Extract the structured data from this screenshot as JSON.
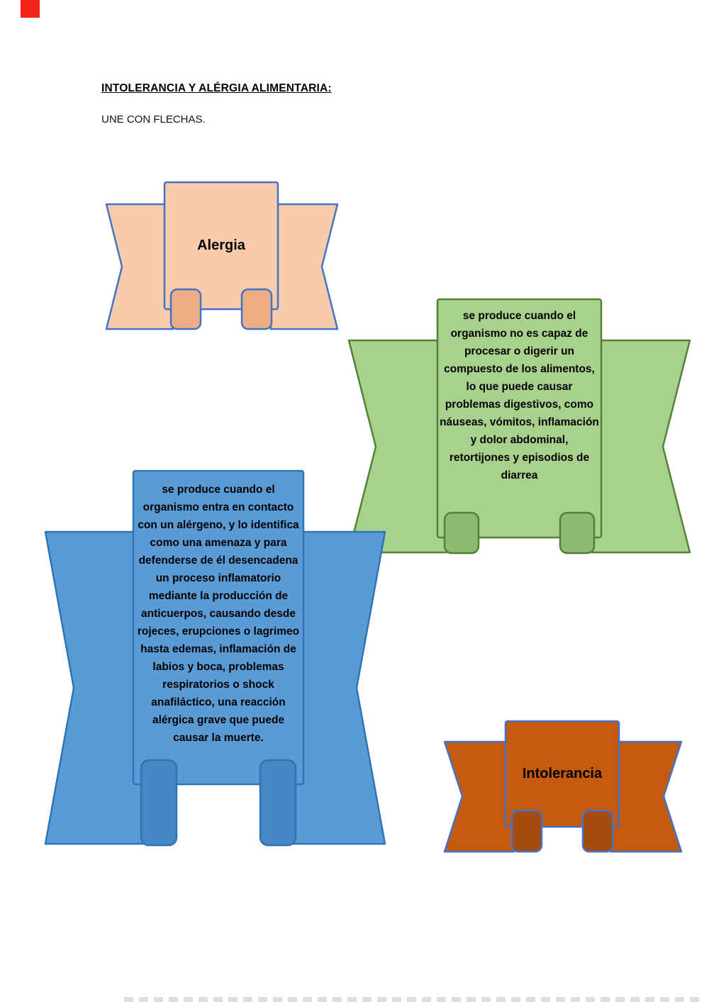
{
  "header": {
    "title": "INTOLERANCIA Y ALÉRGIA ALIMENTARIA:",
    "instruction": "UNE CON FLECHAS."
  },
  "ribbons": [
    {
      "id": "alergia",
      "label": "Alergia",
      "fill": "#F8CBAD",
      "fold_fill": "#EDAE85",
      "stroke": "#4472C4"
    },
    {
      "id": "definition-green",
      "text": "se produce cuando el organismo no es capaz de procesar o digerir un compuesto de los alimentos, lo que puede causar problemas digestivos, como náuseas, vómitos, inflamación y dolor abdominal, retortijones y episodios de diarrea",
      "fill": "#A9D18E",
      "fold_fill": "#8DB972",
      "stroke": "#538135"
    },
    {
      "id": "definition-blue",
      "text": "se produce cuando el organismo entra en contacto con un alérgeno, y lo identifica como una amenaza y para defenderse de él desencadena un proceso inflamatorio mediante la producción de anticuerpos, causando desde rojeces, erupciones o lagrimeo hasta edemas, inflamación de labios y boca, problemas respiratorios o shock anafiláctico, una reacción alérgica grave que puede causar la muerte.",
      "fill": "#5B9BD5",
      "fold_fill": "#4787C5",
      "stroke": "#2E75B6"
    },
    {
      "id": "intolerancia",
      "label": "Intolerancia",
      "fill": "#C55A11",
      "fold_fill": "#A54B0E",
      "stroke": "#4472C4"
    }
  ],
  "decorations": {
    "corner_marker_color": "#F3241C"
  }
}
